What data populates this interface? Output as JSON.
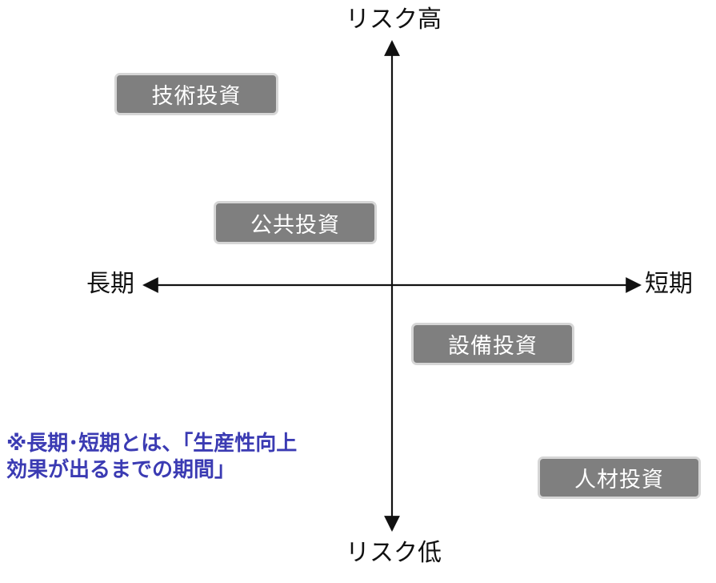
{
  "axes": {
    "top": "リスク高",
    "bottom": "リスク低",
    "left": "長期",
    "right": "短期"
  },
  "items": {
    "tech": "技術投資",
    "public": "公共投資",
    "equipment": "設備投資",
    "people": "人材投資"
  },
  "note": {
    "line1": "※長期･短期とは、｢生産性向上",
    "line2": "効果が出るまでの期間｣"
  },
  "colors": {
    "box_fill": "#7f7f7f",
    "box_border": "#d6d6d6",
    "note_text": "#3b3bb3",
    "axis": "#111111"
  }
}
